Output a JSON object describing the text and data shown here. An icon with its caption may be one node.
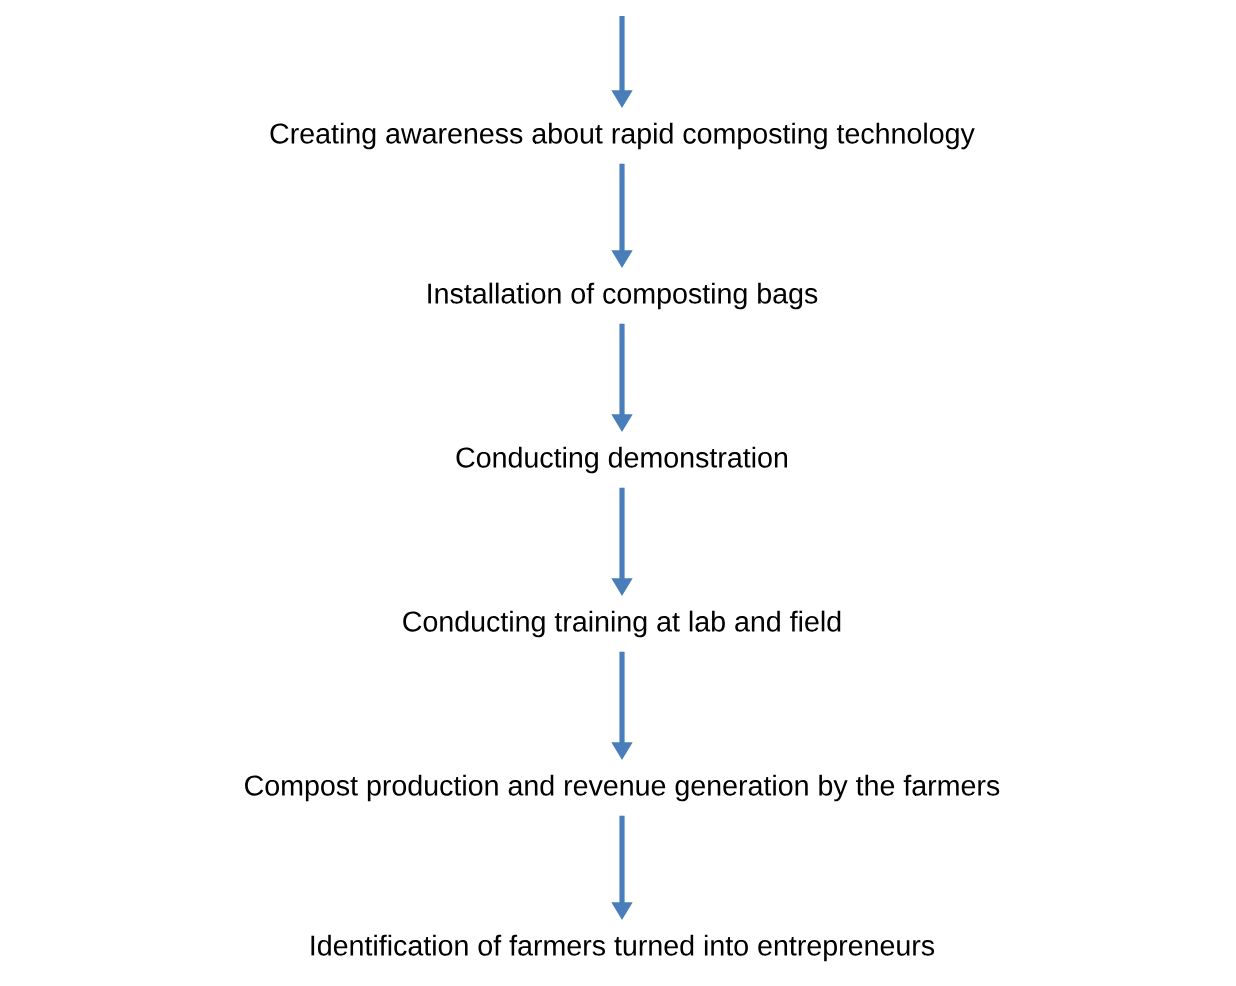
{
  "diagram": {
    "nodes": [
      {
        "text": [
          "Creating awareness about rapid composting technology"
        ]
      },
      {
        "text": [
          "Installation of composting bags"
        ]
      },
      {
        "text": [
          "Conducting demonstration"
        ]
      },
      {
        "text": [
          "Conducting training at lab and field"
        ]
      },
      {
        "text": [
          "Compost production and revenue generation by the farmers"
        ]
      },
      {
        "text": [
          "Identification of farmers turned into entrepreneurs"
        ]
      }
    ],
    "edges": [
      {
        "from": null,
        "to": 0,
        "arrow": "to"
      },
      {
        "from": 0,
        "to": 1,
        "arrow": "to"
      },
      {
        "from": 1,
        "to": 2,
        "arrow": "to"
      },
      {
        "from": 2,
        "to": 3,
        "arrow": "to"
      },
      {
        "from": 3,
        "to": 4,
        "arrow": "to"
      },
      {
        "from": 4,
        "to": 5,
        "arrow": "to"
      }
    ]
  }
}
